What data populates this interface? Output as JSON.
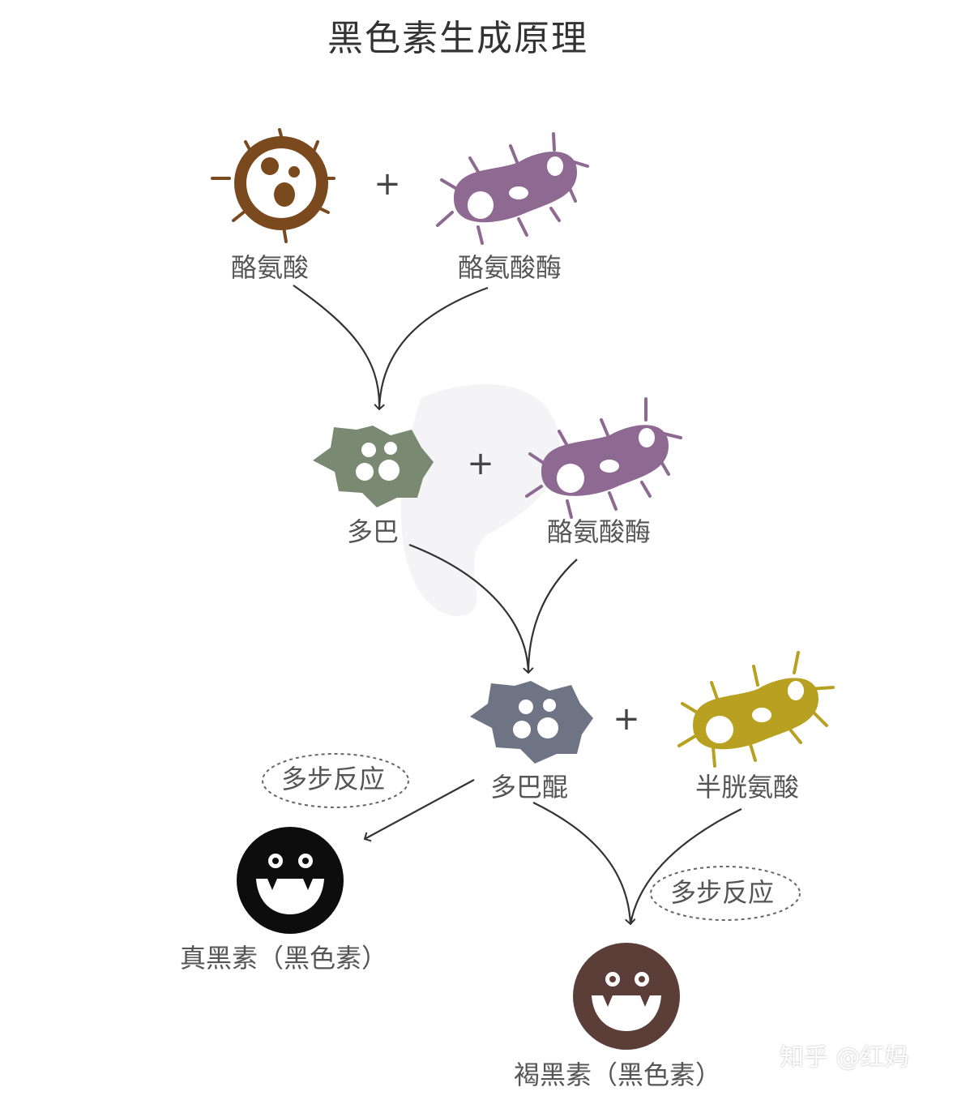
{
  "title": "黑色素生成原理",
  "labels": {
    "tyrosine": "酪氨酸",
    "tyrosinase_1": "酪氨酸酶",
    "dopa": "多巴",
    "tyrosinase_2": "酪氨酸酶",
    "dopaquinone": "多巴醌",
    "cysteine": "半胱氨酸",
    "multi_step_1": "多步反应",
    "multi_step_2": "多步反应",
    "eumelanin": "真黑素（黑色素）",
    "pheomelanin": "褐黑素（黑色素）"
  },
  "plus": "+",
  "watermark": "知乎 @红妈",
  "colors": {
    "tyrosine": "#7a4a1e",
    "tyrosinase": "#8e6a92",
    "dopa": "#7a8a72",
    "dopaquinone": "#6e7484",
    "cysteine": "#b8a020",
    "eumelanin": "#0d0d0d",
    "pheomelanin": "#5c3e38",
    "arrow": "#333333",
    "text": "#555555"
  }
}
